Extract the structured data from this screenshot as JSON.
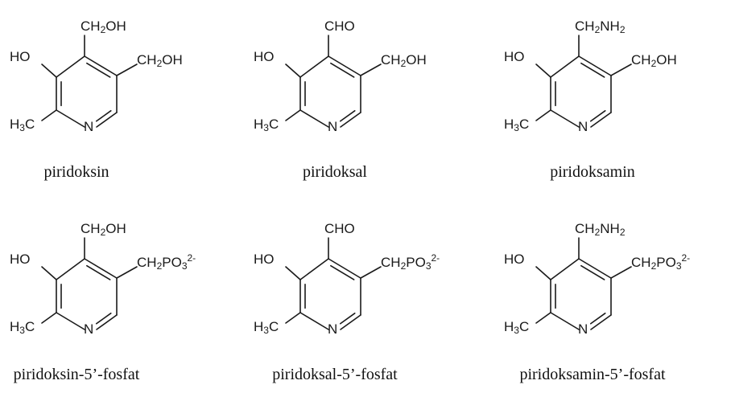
{
  "compounds": [
    {
      "name": "piridoksin",
      "r4": {
        "main": "CH",
        "sub": "2",
        "tail": "OH",
        "sup": ""
      },
      "r5": {
        "main": "CH",
        "sub": "2",
        "tail": "OH",
        "sup": ""
      },
      "ho": "HO",
      "methyl": {
        "main": "H",
        "sub": "3",
        "tail": "C"
      },
      "n": "N"
    },
    {
      "name": "piridoksal",
      "r4": {
        "main": "CHO",
        "sub": "",
        "tail": "",
        "sup": ""
      },
      "r5": {
        "main": "CH",
        "sub": "2",
        "tail": "OH",
        "sup": ""
      },
      "ho": "HO",
      "methyl": {
        "main": "H",
        "sub": "3",
        "tail": "C"
      },
      "n": "N"
    },
    {
      "name": "piridoksamin",
      "r4": {
        "main": "CH",
        "sub": "2",
        "tail": "NH",
        "sub2": "2",
        "sup": ""
      },
      "r5": {
        "main": "CH",
        "sub": "2",
        "tail": "OH",
        "sup": ""
      },
      "ho": "HO",
      "methyl": {
        "main": "H",
        "sub": "3",
        "tail": "C"
      },
      "n": "N"
    },
    {
      "name": "piridoksin-5’-fosfat",
      "r4": {
        "main": "CH",
        "sub": "2",
        "tail": "OH",
        "sup": ""
      },
      "r5": {
        "main": "CH",
        "sub": "2",
        "tail": "PO",
        "sub2": "3",
        "sup": "2-"
      },
      "ho": "HO",
      "methyl": {
        "main": "H",
        "sub": "3",
        "tail": "C"
      },
      "n": "N"
    },
    {
      "name": "piridoksal-5’-fosfat",
      "r4": {
        "main": "CHO",
        "sub": "",
        "tail": "",
        "sup": ""
      },
      "r5": {
        "main": "CH",
        "sub": "2",
        "tail": "PO",
        "sub2": "3",
        "sup": "2-"
      },
      "ho": "HO",
      "methyl": {
        "main": "H",
        "sub": "3",
        "tail": "C"
      },
      "n": "N"
    },
    {
      "name": "piridoksamin-5’-fosfat",
      "r4": {
        "main": "CH",
        "sub": "2",
        "tail": "NH",
        "sub2": "2",
        "sup": ""
      },
      "r5": {
        "main": "CH",
        "sub": "2",
        "tail": "PO",
        "sub2": "3",
        "sup": "2-"
      },
      "ho": "HO",
      "methyl": {
        "main": "H",
        "sub": "3",
        "tail": "C"
      },
      "n": "N"
    }
  ]
}
